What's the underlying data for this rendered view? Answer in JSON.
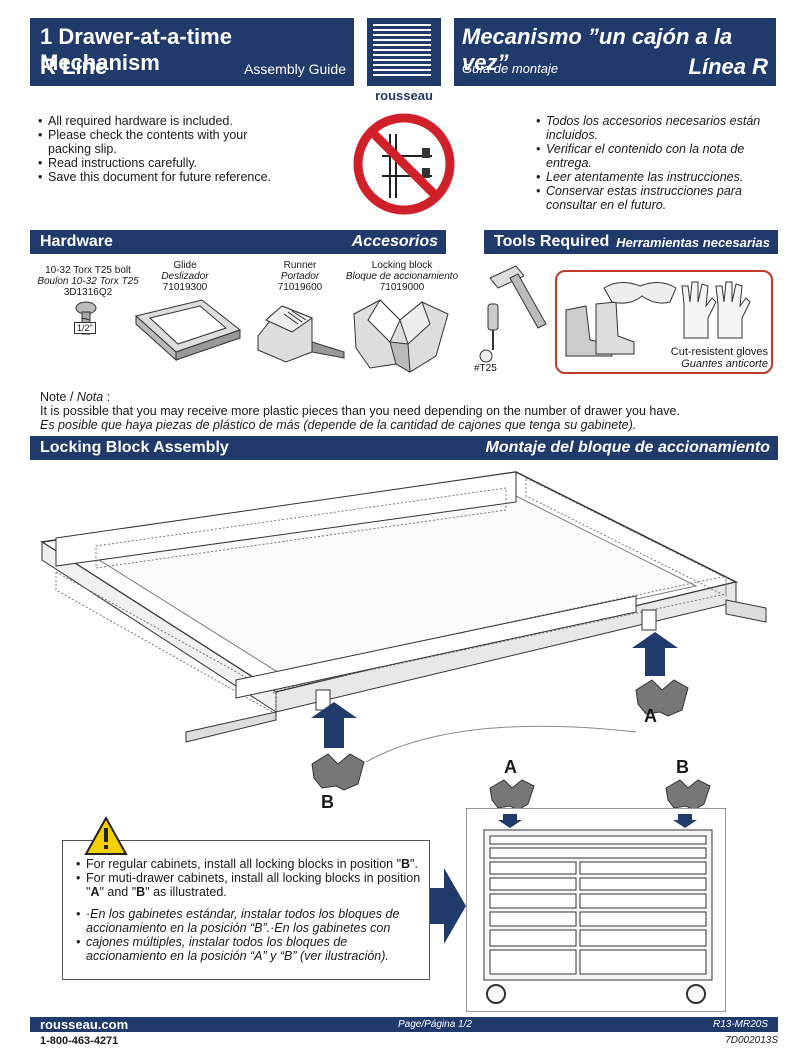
{
  "header": {
    "left_title_1": "1 Drawer-at-a-time Mechanism",
    "left_title_2": "R Line",
    "left_subtitle": "Assembly Guide",
    "right_title_1": "Mecanismo ”un cajón a la vez”",
    "right_subtitle": "Guía de montaje",
    "right_title_2": "Línea R",
    "logo_text": "rousseau",
    "registered_mark": "®"
  },
  "intro": {
    "en": [
      "All required hardware is included.",
      "Please check the contents with your packing slip.",
      "Read instructions carefully.",
      "Save this document for future reference."
    ],
    "es": [
      "Todos los accesorios necesarios están incluidos.",
      "Verificar el contenido con la nota de entrega.",
      "Leer atentamente las instrucciones.",
      "Conservar estas instrucciones para consultar en el futuro."
    ]
  },
  "hardware": {
    "title": "Hardware",
    "title_es": "Accesorios",
    "items": [
      {
        "name": "10-32 Torx T25 bolt",
        "name_es": "Boulon 10-32 Torx T25",
        "code": "3D1316Q2",
        "size": "1/2\""
      },
      {
        "name": "Glide",
        "name_es": "Deslizador",
        "code": "71019300"
      },
      {
        "name": "Runner",
        "name_es": "Portador",
        "code": "71019600"
      },
      {
        "name": "Locking block",
        "name_es": "Bloque de accionamiento",
        "code": "71019000"
      }
    ]
  },
  "tools": {
    "title": "Tools Required",
    "title_es": "Herramientas necesarias",
    "screwdriver_label": "#T25",
    "gloves_label": "Cut-resistent gloves",
    "gloves_label_es": "Guantes anticorte"
  },
  "note": {
    "label": "Note / ",
    "label_es": "Nota",
    "colon": " :",
    "en": "It is possible that you may receive more plastic pieces than you need depending on the number of drawer you have.",
    "es": "Es posible que haya piezas de plástico de más (depende de la cantidad de cajones que tenga su gabinete)."
  },
  "locking": {
    "title": "Locking Block Assembly",
    "title_es": "Montaje del bloque de accionamiento",
    "pos_a": "A",
    "pos_b": "B"
  },
  "warning": {
    "en_1_pre": "For regular cabinets, install all locking blocks in position \"",
    "en_1_b": "B",
    "en_1_post": "\".",
    "en_2_pre": "For muti-drawer cabinets, install all locking blocks in position \"",
    "en_2_a": "A",
    "en_2_mid": "\" and \"",
    "en_2_b": "B",
    "en_2_post": "\" as illustrated.",
    "es_1": "·En los gabinetes estándar, instalar todos los bloques de accionamiento en la posición “B”.·En los gabinetes con",
    "es_2": "cajones múltiples, instalar todos los bloques de accionamiento en la posición “A” y “B” (ver ilustración)."
  },
  "footer": {
    "website": "rousseau.com",
    "page": "Page/Página 1/2",
    "ref": "R13-MR20S",
    "phone": "1-800-463-4271",
    "doc": "7D002013S"
  },
  "colors": {
    "navy": "#1f3a6b",
    "red": "#d0202a",
    "tool_box_border": "#c0392b"
  }
}
